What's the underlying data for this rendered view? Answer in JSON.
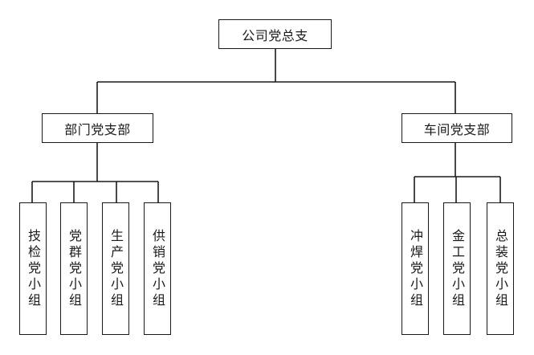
{
  "org_chart": {
    "root": {
      "label": "公司党总支"
    },
    "branches": [
      {
        "label": "部门党支部",
        "groups": [
          {
            "label": "技检党小组"
          },
          {
            "label": "党群党小组"
          },
          {
            "label": "生产党小组"
          },
          {
            "label": "供销党小组"
          }
        ]
      },
      {
        "label": "车间党支部",
        "groups": [
          {
            "label": "冲焊党小组"
          },
          {
            "label": "金工党小组"
          },
          {
            "label": "总装党小组"
          }
        ]
      }
    ]
  },
  "colors": {
    "line": "#1a1a1a",
    "box_border": "#1a1a1a",
    "text": "#1a1a1a",
    "background": "#ffffff"
  }
}
